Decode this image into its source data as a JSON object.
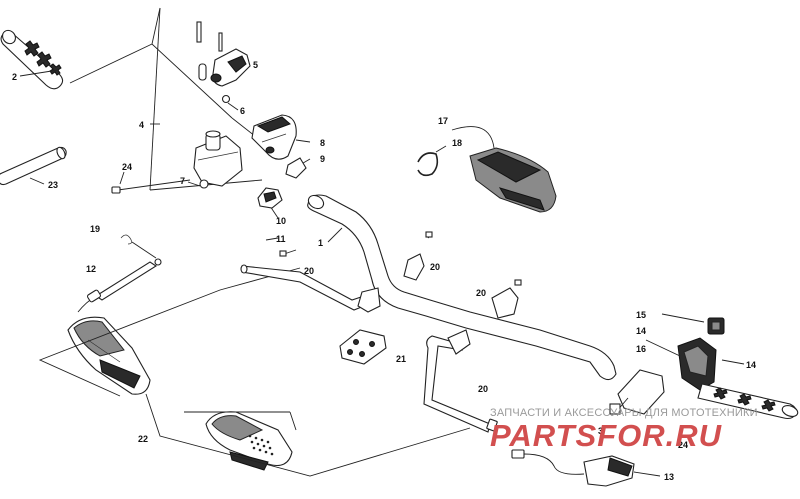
{
  "callouts": {
    "c1": "1",
    "c2": "2",
    "c3": "3",
    "c4": "4",
    "c5": "5",
    "c6": "6",
    "c7": "7",
    "c8": "8",
    "c9": "9",
    "c10": "10",
    "c11": "11",
    "c12": "12",
    "c13": "13",
    "c14a": "14",
    "c14b": "14",
    "c15": "15",
    "c16": "16",
    "c17": "17",
    "c18": "18",
    "c19": "19",
    "c20a": "20",
    "c20b": "20",
    "c20c": "20",
    "c20d": "20",
    "c21": "21",
    "c22": "22",
    "c23": "23",
    "c24a": "24",
    "c24b": "24"
  },
  "watermark": {
    "caption": "ЗАПЧАСТИ И АКСЕССУАРЫ ДЛЯ МОТОТЕХНИКИ",
    "logo": "PARTSFOR.RU"
  }
}
